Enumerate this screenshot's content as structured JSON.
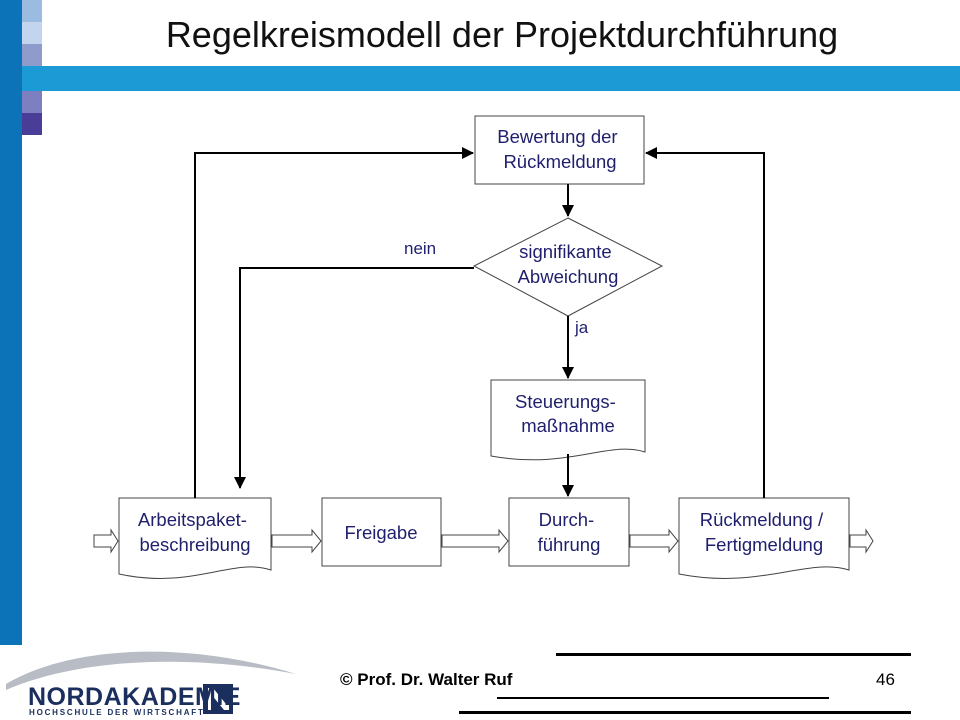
{
  "title": "Regelkreismodell der Projektdurchführung",
  "colors": {
    "bar": "#0d73b8",
    "band": "#1c9ad6",
    "node_text": "#1f1f6e"
  },
  "nodes": {
    "bewertung": [
      "Bewertung der",
      "Rückmeldung"
    ],
    "decision": [
      "signifikante",
      "Abweichung"
    ],
    "steuerung": [
      "Steuerungs-",
      "maßnahme"
    ],
    "arbeitspaket": [
      "Arbeitspaket-",
      "beschreibung"
    ],
    "freigabe": [
      "Freigabe"
    ],
    "durchfuehrung": [
      "Durch-",
      "führung"
    ],
    "rueckmeldung": [
      "Rückmeldung /",
      "Fertigmeldung"
    ]
  },
  "labels": {
    "no": "nein",
    "yes": "ja"
  },
  "footer": {
    "author": "© Prof. Dr. Walter Ruf",
    "page": "46"
  },
  "logo": {
    "name": "NORDAKADEMIE",
    "subtitle": "HOCHSCHULE DER WIRTSCHAFT"
  }
}
